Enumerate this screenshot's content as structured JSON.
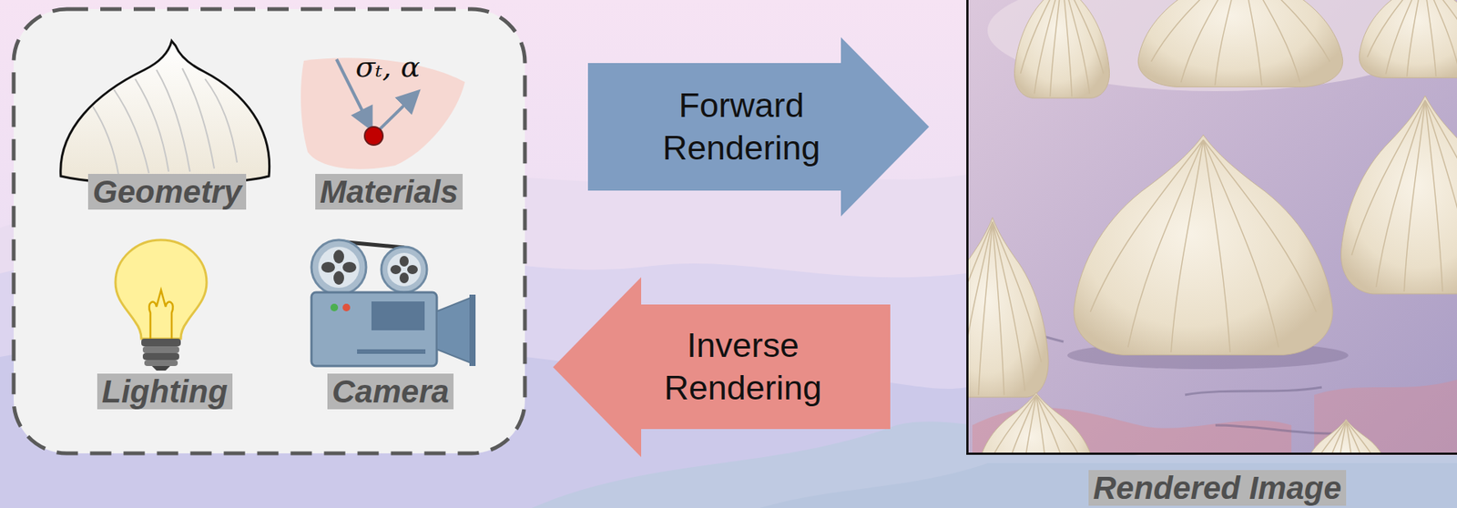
{
  "diagram": {
    "nodes": [
      {
        "text": [
          "Geometry"
        ]
      },
      {
        "text": [
          "Materials"
        ]
      },
      {
        "text": [
          "Lighting"
        ]
      },
      {
        "text": [
          "Camera"
        ]
      },
      {
        "text": [
          "Forward Rendering"
        ]
      },
      {
        "text": [
          "Inverse Rendering"
        ]
      },
      {
        "text": [
          "Rendered Image"
        ]
      }
    ],
    "labels": [
      "σₜ, α"
    ]
  }
}
